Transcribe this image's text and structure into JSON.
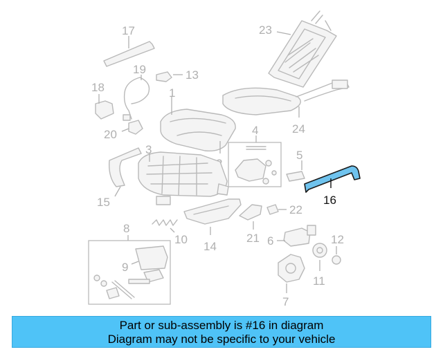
{
  "labels": {
    "p1": "1",
    "p2": "2",
    "p3": "3",
    "p4": "4",
    "p5": "5",
    "p6": "6",
    "p7": "7",
    "p8": "8",
    "p9": "9",
    "p10": "10",
    "p11": "11",
    "p12": "12",
    "p13": "13",
    "p14": "14",
    "p15": "15",
    "p16": "16",
    "p17": "17",
    "p18": "18",
    "p19": "19",
    "p20": "20",
    "p21": "21",
    "p22": "22",
    "p23": "23",
    "p24": "24"
  },
  "highlighted_part": "16",
  "colors": {
    "highlight": "#6fc3ee",
    "banner": "#4fc3f7",
    "outline": "#b9b9b9"
  },
  "banner": {
    "line1": "Part or sub-assembly is #16 in diagram",
    "line2": "Diagram may not be specific to your vehicle"
  }
}
